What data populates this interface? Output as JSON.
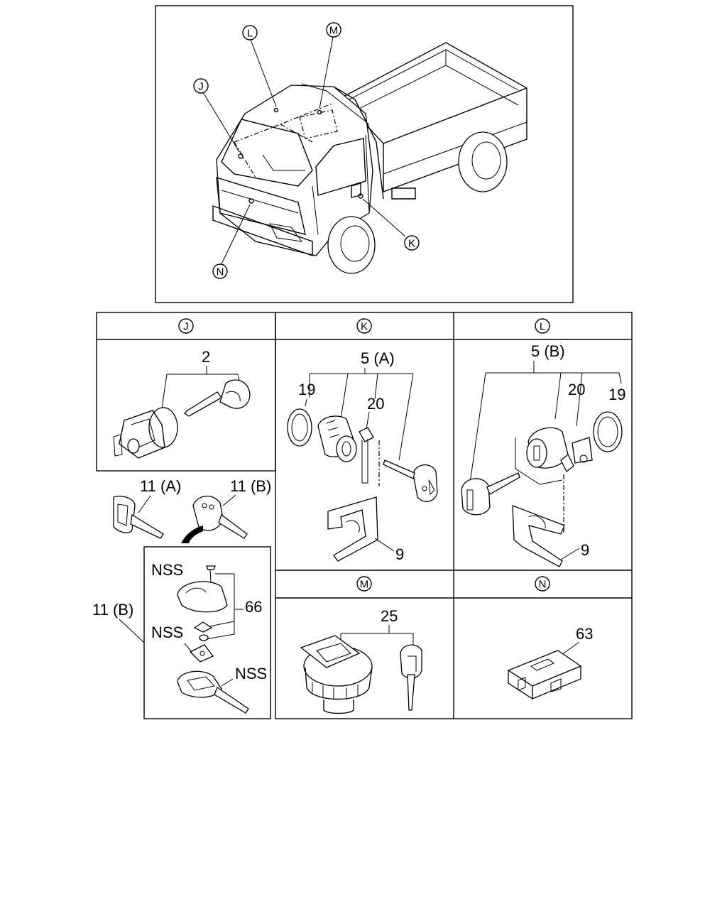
{
  "overview": {
    "callouts": [
      "L",
      "M",
      "J",
      "K",
      "N"
    ]
  },
  "sections": {
    "J": {
      "header": "J",
      "parts": [
        "2"
      ]
    },
    "K": {
      "header": "K",
      "parts": [
        "5 (A)",
        "19",
        "20",
        "9"
      ]
    },
    "L": {
      "header": "L",
      "parts": [
        "5 (B)",
        "20",
        "19",
        "9"
      ]
    },
    "M": {
      "header": "M",
      "parts": [
        "25"
      ]
    },
    "N": {
      "header": "N",
      "parts": [
        "63"
      ]
    }
  },
  "keys": {
    "key_a": "11 (A)",
    "key_b": "11 (B)",
    "detail_label": "11 (B)",
    "nss_1": "NSS",
    "nss_2": "NSS",
    "nss_3": "NSS",
    "part_66": "66"
  }
}
